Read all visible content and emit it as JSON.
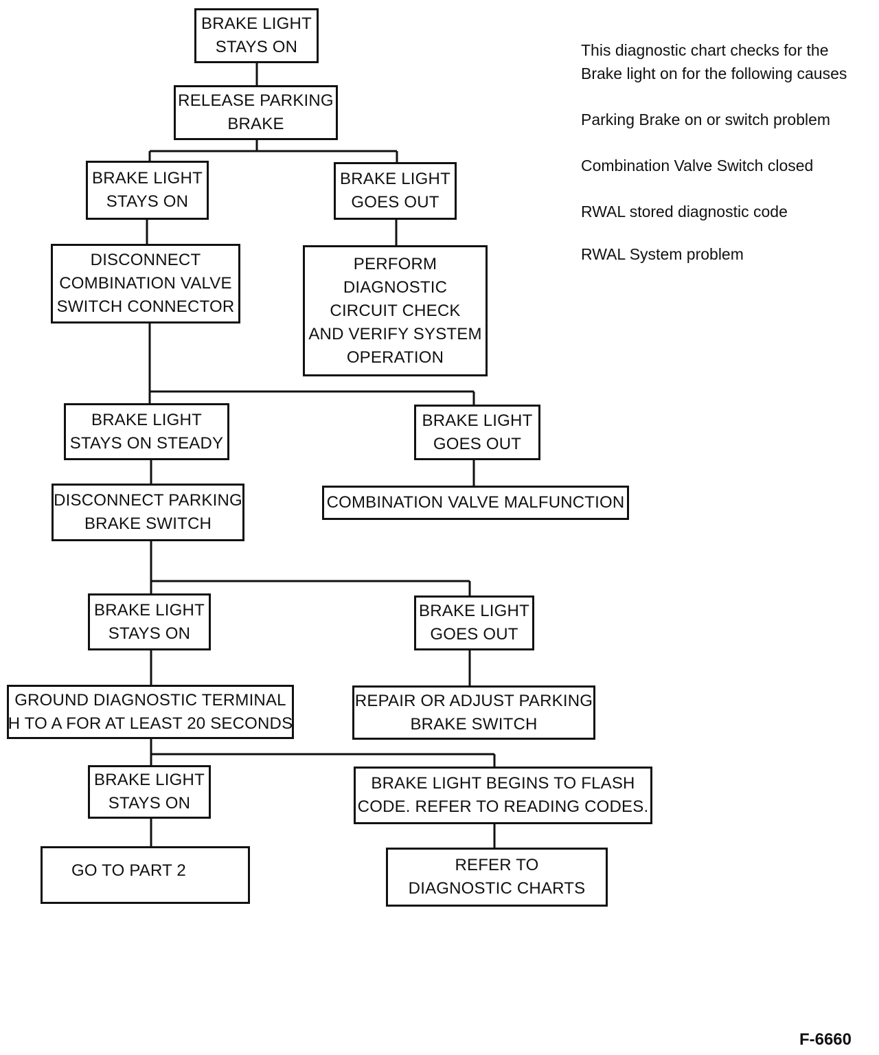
{
  "notes": {
    "intro_line1": "This diagnostic chart checks for the",
    "intro_line2": "Brake light on for the following causes",
    "causes": [
      "Parking Brake on or switch problem",
      "Combination Valve Switch closed",
      "RWAL stored diagnostic code",
      "RWAL System problem"
    ]
  },
  "nodes": {
    "n1": [
      "BRAKE LIGHT",
      "STAYS ON"
    ],
    "n2": [
      "RELEASE PARKING",
      "BRAKE"
    ],
    "n3": [
      "BRAKE LIGHT",
      "STAYS ON"
    ],
    "n4": [
      "BRAKE LIGHT",
      "GOES OUT"
    ],
    "n5": [
      "DISCONNECT",
      "COMBINATION VALVE",
      "SWITCH CONNECTOR"
    ],
    "n6": [
      "PERFORM",
      "DIAGNOSTIC",
      "CIRCUIT CHECK",
      "AND VERIFY SYSTEM",
      "OPERATION"
    ],
    "n7": [
      "BRAKE LIGHT",
      "STAYS ON STEADY"
    ],
    "n8": [
      "BRAKE LIGHT",
      "GOES OUT"
    ],
    "n9": [
      "DISCONNECT PARKING",
      "BRAKE SWITCH"
    ],
    "n10": [
      "COMBINATION VALVE MALFUNCTION"
    ],
    "n11": [
      "BRAKE LIGHT",
      "STAYS ON"
    ],
    "n12": [
      "BRAKE LIGHT",
      "GOES OUT"
    ],
    "n13": [
      "GROUND DIAGNOSTIC TERMINAL",
      "H TO A FOR AT LEAST 20 SECONDS"
    ],
    "n14": [
      "REPAIR OR ADJUST PARKING",
      "BRAKE SWITCH"
    ],
    "n15": [
      "BRAKE LIGHT",
      "STAYS ON"
    ],
    "n16": [
      "BRAKE LIGHT BEGINS TO FLASH",
      "CODE. REFER TO READING CODES."
    ],
    "n17": [
      "GO TO PART 2"
    ],
    "n18": [
      "REFER TO",
      "DIAGNOSTIC CHARTS"
    ]
  },
  "figure_id": "F-6660"
}
